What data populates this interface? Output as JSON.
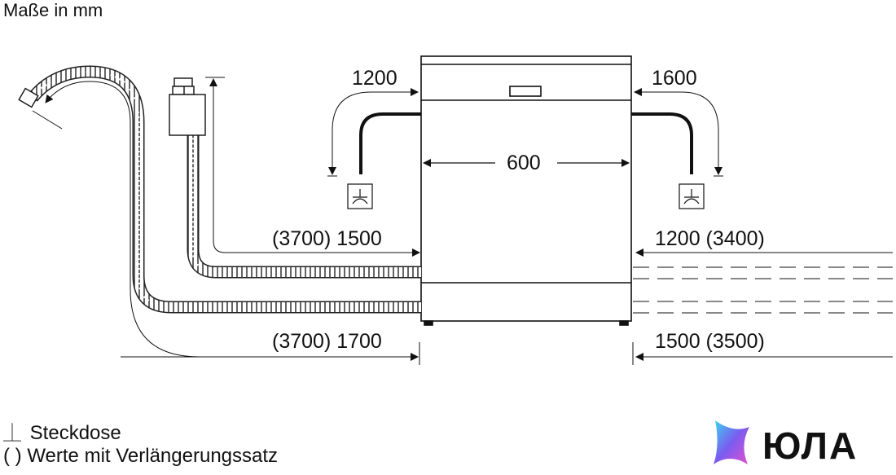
{
  "title": "Maße in mm",
  "dimensions": {
    "top_left": "1200",
    "top_right": "1600",
    "width": "600",
    "hose_left_upper": "(3700) 1500",
    "hose_left_lower": "(3700) 1700",
    "hose_right_upper": "1200 (3400)",
    "hose_right_lower": "1500 (3500)"
  },
  "legend": {
    "socket_symbol": "⏊",
    "socket_label": "Steckdose",
    "paren_symbol": "( )",
    "paren_label": "Werte mit Verlängerungssatz"
  },
  "logo": {
    "text": "ЮЛА",
    "icon": "star-gradient-icon",
    "colors": [
      "#3ad6f0",
      "#7a5cf0",
      "#e64fd0"
    ]
  },
  "icons": {
    "socket_left": "power-socket-icon",
    "socket_right": "power-socket-icon",
    "faucet": "water-tap-icon",
    "drain_hook": "drain-hook-icon"
  }
}
